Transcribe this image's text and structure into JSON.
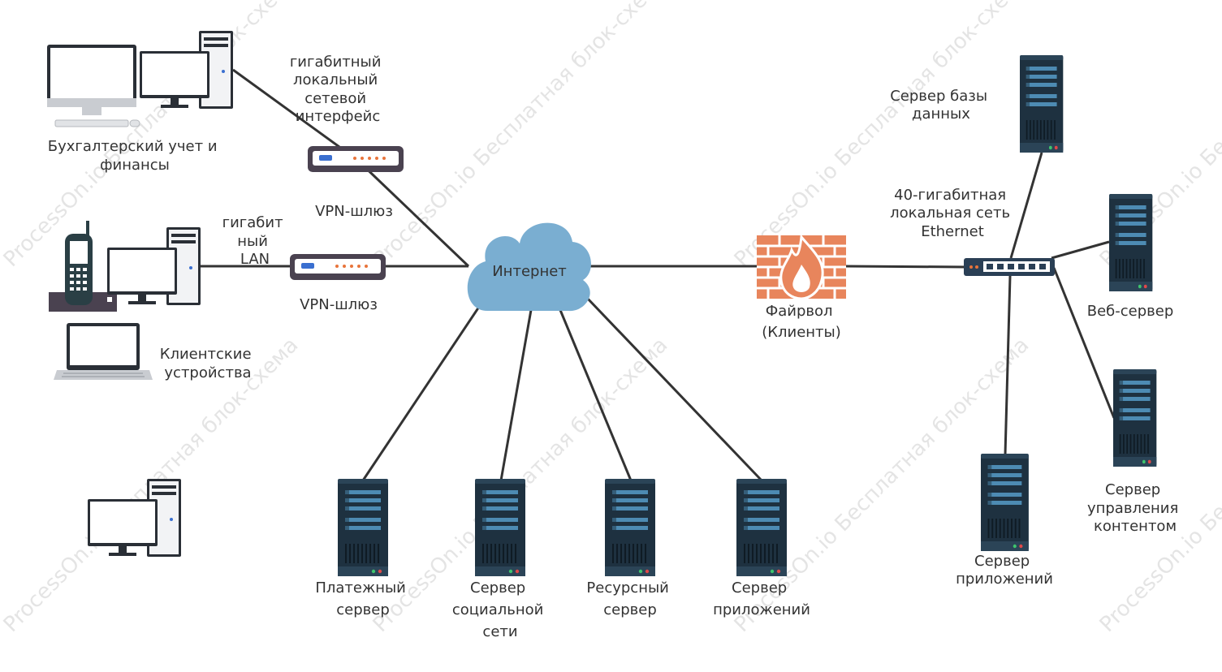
{
  "colors": {
    "line": "#333333",
    "cloud": "#7aaed1",
    "server_body": "#1e3140",
    "server_accent": "#4d8bb3",
    "firewall": "#e8855c",
    "router_body": "#4a4250",
    "router_led_blue": "#3a6fd0",
    "router_led_orange": "#e8743b"
  },
  "labels": {
    "accounting": [
      "Бухгалтерский учет и",
      "финансы"
    ],
    "gigabit_interface": [
      "гигабитный",
      "локальный",
      "сетевой",
      "интерфейс"
    ],
    "vpn_gateway_1": [
      "VPN-шлюз"
    ],
    "gigabit_lan": [
      "гигабит",
      "ный",
      "LAN"
    ],
    "vpn_gateway_2": [
      "VPN-шлюз"
    ],
    "client_devices": [
      "Клиентские",
      "устройства"
    ],
    "internet": [
      "Интернет"
    ],
    "firewall": [
      "Файрвол",
      "(Клиенты)"
    ],
    "ethernet_40g": [
      "40-гигабитная",
      "локальная сеть",
      "Ethernet"
    ],
    "db_server": [
      "Сервер базы",
      "данных"
    ],
    "web_server": [
      "Веб-сервер"
    ],
    "cms_server": [
      "Сервер",
      "управления",
      "контентом"
    ],
    "app_server_right": [
      "Сервер",
      "приложений"
    ],
    "payment_server": [
      "Платежный",
      "сервер"
    ],
    "social_server": [
      "Сервер",
      "социальной",
      "сети"
    ],
    "resource_server": [
      "Ресурсный",
      "сервер"
    ],
    "app_server_bottom": [
      "Сервер",
      "приложений"
    ]
  },
  "watermark": "ProcessOn.io Бесплатная блок-схема"
}
